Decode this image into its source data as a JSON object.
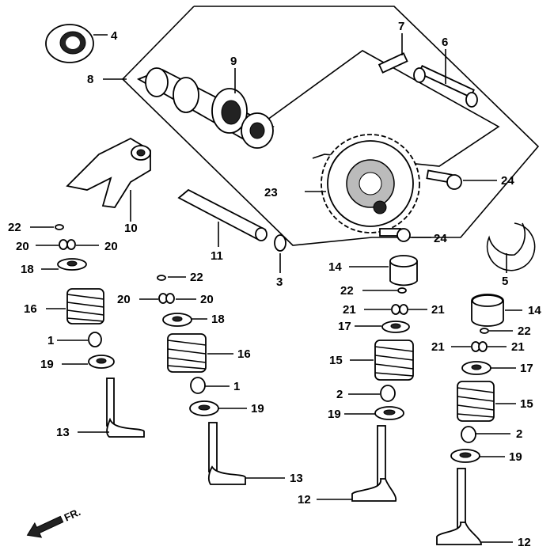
{
  "labels": {
    "p1": "1",
    "p2": "2",
    "p3": "3",
    "p4": "4",
    "p5": "5",
    "p6": "6",
    "p7": "7",
    "p8": "8",
    "p9": "9",
    "p10": "10",
    "p11": "11",
    "p12": "12",
    "p13": "13",
    "p14": "14",
    "p15": "15",
    "p16": "16",
    "p17": "17",
    "p18": "18",
    "p19": "19",
    "p20": "20",
    "p21": "21",
    "p22": "22",
    "p23": "23",
    "p24": "24"
  },
  "direction_label": "FR."
}
